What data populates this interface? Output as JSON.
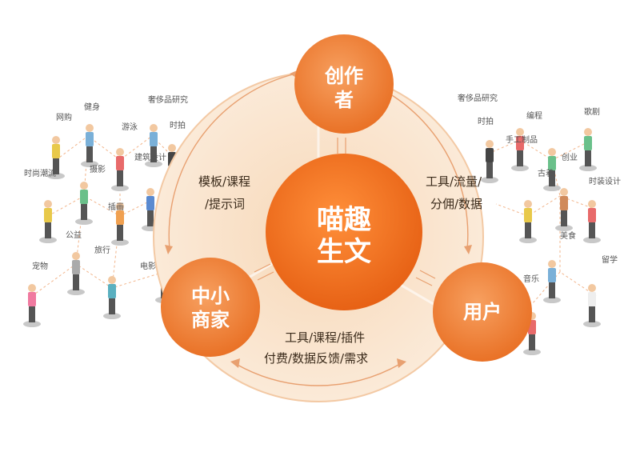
{
  "center": {
    "line1": "喵趣",
    "line2": "生文"
  },
  "nodes": {
    "top": {
      "line1": "创作",
      "line2": "者"
    },
    "left": {
      "line1": "中小",
      "line2": "商家"
    },
    "right": {
      "line1": "用户"
    }
  },
  "edges": {
    "top_left": {
      "line1": "模板/课程",
      "line2": "/提示词"
    },
    "top_right": {
      "line1": "工具/流量/",
      "line2": "分佣/数据"
    },
    "bottom": {
      "line1": "工具/课程/插件",
      "line2": "付费/数据反馈/需求"
    }
  },
  "tags": {
    "left": [
      "网购",
      "健身",
      "奢侈品研究",
      "时拍",
      "时尚潮流",
      "游泳",
      "摄影",
      "建筑设计",
      "插画",
      "公益",
      "旅行",
      "宠物",
      "电影"
    ],
    "right": [
      "奢侈品研究",
      "时拍",
      "编程",
      "歌剧",
      "手工制品",
      "创业",
      "古着",
      "时装设计",
      "美食",
      "留学",
      "音乐"
    ]
  },
  "colors": {
    "orange": "#f07a22",
    "dark_orange": "#e8621a",
    "light": "#fbe6d0",
    "ring": "#f6c9a0"
  }
}
